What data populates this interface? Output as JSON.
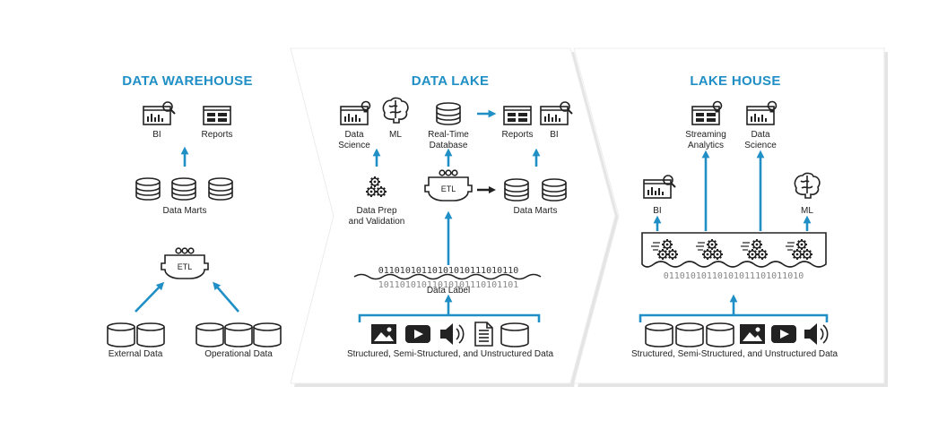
{
  "panels": {
    "warehouse": {
      "title": "DATA WAREHOUSE",
      "bi": "BI",
      "reports": "Reports",
      "data_marts": "Data Marts",
      "etl": "ETL",
      "external_data": "External Data",
      "operational_data": "Operational Data"
    },
    "lake": {
      "title": "DATA LAKE",
      "data_science_1": "Data",
      "data_science_2": "Science",
      "ml": "ML",
      "realtime_1": "Real-Time",
      "realtime_2": "Database",
      "reports": "Reports",
      "bi": "BI",
      "prep_1": "Data Prep",
      "prep_2": "and Validation",
      "etl": "ETL",
      "data_marts": "Data Marts",
      "data_label": "Data Label",
      "binary_top": "01101010110101010111010110",
      "binary_bottom": "10110101011010101110101101",
      "sources": "Structured, Semi-Structured, and Unstructured Data"
    },
    "lakehouse": {
      "title": "LAKE HOUSE",
      "streaming_1": "Streaming",
      "streaming_2": "Analytics",
      "data_science_1": "Data",
      "data_science_2": "Science",
      "bi": "BI",
      "ml": "ML",
      "binary_bottom": "01101010110101011101011010",
      "sources": "Structured, Semi-Structured, and Unstructured Data"
    }
  },
  "colors": {
    "accent": "#1f8fc6",
    "panel_bg": "#ffffff",
    "panel_shadow": "#e4e4e4",
    "ink": "#222222"
  }
}
